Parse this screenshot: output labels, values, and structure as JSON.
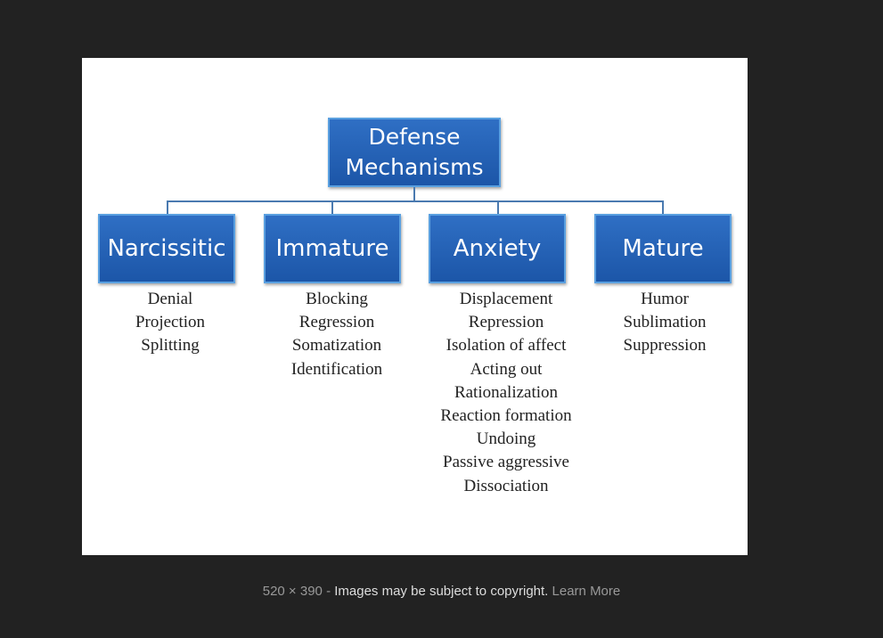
{
  "diagram": {
    "root": "Defense Mechanisms",
    "root_lines": [
      "Defense",
      "Mechanisms"
    ],
    "categories": [
      {
        "label": "Narcissitic",
        "items": [
          "Denial",
          "Projection",
          "Splitting"
        ]
      },
      {
        "label": "Immature",
        "items": [
          "Blocking",
          "Regression",
          "Somatization",
          "Identification"
        ]
      },
      {
        "label": "Anxiety",
        "items": [
          "Displacement",
          "Repression",
          "Isolation of affect",
          "Acting out",
          "Rationalization",
          "Reaction formation",
          "Undoing",
          "Passive aggressive",
          "Dissociation"
        ]
      },
      {
        "label": "Mature",
        "items": [
          "Humor",
          "Sublimation",
          "Suppression"
        ]
      }
    ]
  },
  "footer": {
    "dimensions": "520 × 390",
    "separator": "-",
    "copyright": "Images may be subject to copyright.",
    "learn_more": "Learn More"
  }
}
